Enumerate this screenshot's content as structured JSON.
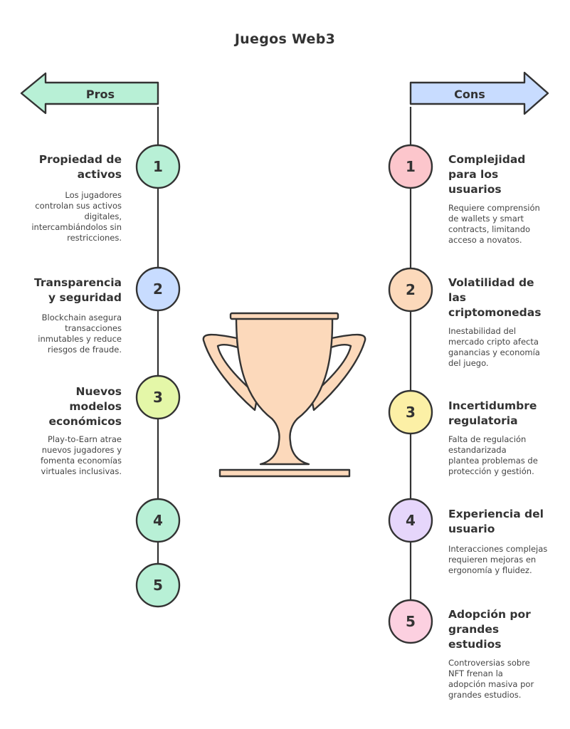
{
  "title": "Juegos Web3",
  "colors": {
    "ink": "#333333",
    "pros_arrow": "#b8f0d6",
    "cons_arrow": "#c8dcff",
    "trophy": "#fcd9bb"
  },
  "pros": {
    "label": "Pros",
    "items": [
      {
        "num": "1",
        "title": "Propiedad de activos",
        "title_lines": [
          "Propiedad de",
          "activos"
        ],
        "desc_lines": [
          "Los jugadores",
          "controlan sus activos",
          "digitales,",
          "intercambiándolos sin",
          "restricciones."
        ],
        "color": "#b8f0d6"
      },
      {
        "num": "2",
        "title": "Transparencia y seguridad",
        "title_lines": [
          "Transparencia",
          "y seguridad"
        ],
        "desc_lines": [
          "Blockchain asegura",
          "transacciones",
          "inmutables y reduce",
          "riesgos de fraude."
        ],
        "color": "#c8dcff"
      },
      {
        "num": "3",
        "title": "Nuevos modelos económicos",
        "title_lines": [
          "Nuevos",
          "modelos",
          "económicos"
        ],
        "desc_lines": [
          "Play-to-Earn atrae",
          "nuevos jugadores y",
          "fomenta economías",
          "virtuales inclusivas."
        ],
        "color": "#e4f7a8"
      },
      {
        "num": "4",
        "title": "",
        "title_lines": [],
        "desc_lines": [],
        "color": "#b8f0d6"
      },
      {
        "num": "5",
        "title": "",
        "title_lines": [],
        "desc_lines": [],
        "color": "#b8f0d6"
      }
    ]
  },
  "cons": {
    "label": "Cons",
    "items": [
      {
        "num": "1",
        "title": "Complejidad para los usuarios",
        "title_lines": [
          "Complejidad",
          "para los",
          "usuarios"
        ],
        "desc_lines": [
          "Requiere comprensión",
          "de wallets y smart",
          "contracts, limitando",
          "acceso a novatos."
        ],
        "color": "#fcc6cc"
      },
      {
        "num": "2",
        "title": "Volatilidad de las criptomonedas",
        "title_lines": [
          "Volatilidad de",
          "las",
          "criptomonedas"
        ],
        "desc_lines": [
          "Inestabilidad del",
          "mercado cripto afecta",
          "ganancias y economía",
          "del juego."
        ],
        "color": "#fcd9bb"
      },
      {
        "num": "3",
        "title": "Incertidumbre regulatoria",
        "title_lines": [
          "Incertidumbre",
          "regulatoria"
        ],
        "desc_lines": [
          "Falta de regulación",
          "estandarizada",
          "plantea problemas de",
          "protección y gestión."
        ],
        "color": "#fcf0a6"
      },
      {
        "num": "4",
        "title": "Experiencia del usuario",
        "title_lines": [
          "Experiencia del",
          "usuario"
        ],
        "desc_lines": [
          "Interacciones complejas",
          "requieren mejoras en",
          "ergonomía y fluidez."
        ],
        "color": "#e6d6fb"
      },
      {
        "num": "5",
        "title": "Adopción por grandes estudios",
        "title_lines": [
          "Adopción por",
          "grandes",
          "estudios"
        ],
        "desc_lines": [
          "Controversias sobre",
          "NFT frenan la",
          "adopción masiva por",
          "grandes estudios."
        ],
        "color": "#fcd0e0"
      }
    ]
  }
}
